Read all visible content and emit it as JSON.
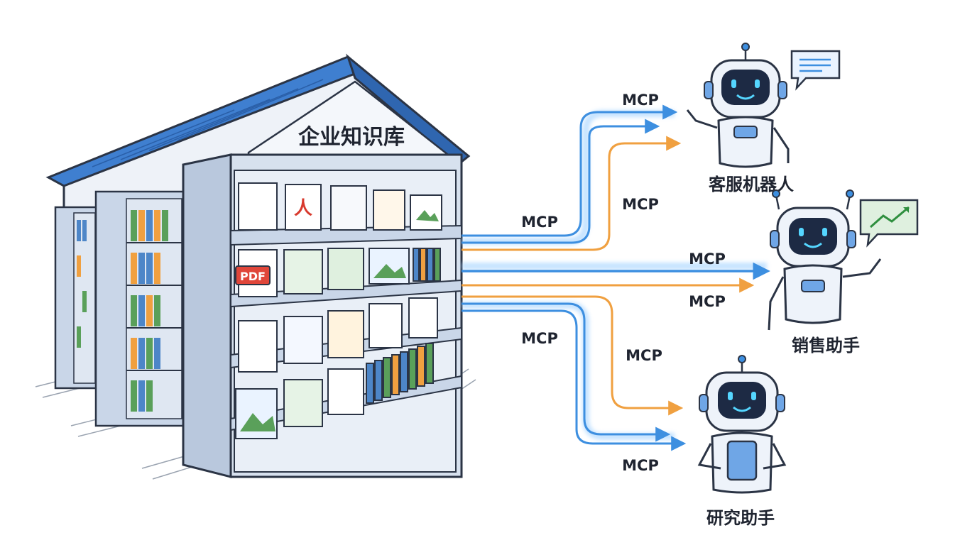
{
  "building": {
    "title": "企业知识库"
  },
  "protocol_labels": [
    "MCP",
    "MCP",
    "MCP",
    "MCP",
    "MCP",
    "MCP",
    "MCP",
    "MCP"
  ],
  "agents": [
    {
      "name": "客服机器人",
      "bubble_icon": "chat-bubble-icon"
    },
    {
      "name": "销售助手",
      "bubble_icon": "trend-chart-icon"
    },
    {
      "name": "研究助手",
      "holding": "tablet-icon"
    }
  ],
  "doc_badge": "PDF",
  "colors": {
    "roof": "#3f7fd0",
    "wall": "#e8eef7",
    "shelf": "#c9d6e8",
    "outline": "#2b3445",
    "flow_blue": "#3d8fe0",
    "flow_glow": "#9fd0ff",
    "flow_orange": "#f0a040",
    "robot_face": "#1d2a44",
    "robot_eye": "#55d6ff",
    "chart_green": "#5aa05a"
  }
}
